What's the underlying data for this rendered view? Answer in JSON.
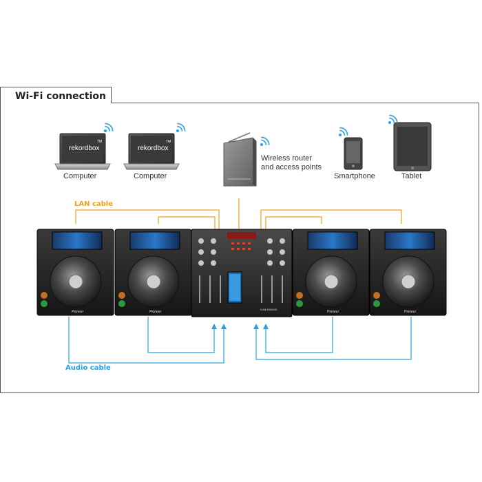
{
  "title": "Wi-Fi connection",
  "devices": {
    "computer_1": {
      "label": "Computer",
      "screen_text": "rekordbox",
      "tm": "TM"
    },
    "computer_2": {
      "label": "Computer",
      "screen_text": "rekordbox",
      "tm": "TM"
    },
    "router": {
      "label_line1": "Wireless router",
      "label_line2": "and access points"
    },
    "smartphone": {
      "label": "Smartphone"
    },
    "tablet": {
      "label": "Tablet"
    }
  },
  "cables": {
    "lan": {
      "label": "LAN cable",
      "color": "#f0a020"
    },
    "audio": {
      "label": "Audio cable",
      "color": "#2aa0e0"
    }
  },
  "equipment": {
    "player_brand": "Pioneer",
    "mixer_model": "DJM-900NXS"
  }
}
